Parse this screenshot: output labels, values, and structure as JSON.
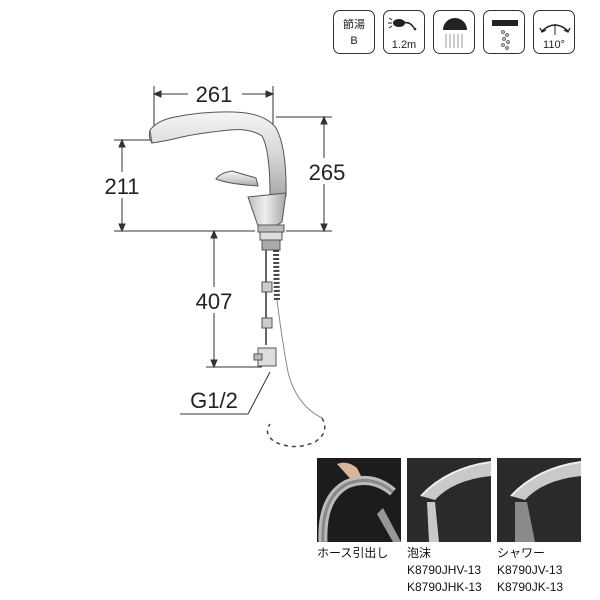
{
  "icons": [
    {
      "name": "water-saving-icon",
      "line1": "節湯",
      "line2": "B"
    },
    {
      "name": "hand-shower-icon",
      "label": "1.2m"
    },
    {
      "name": "shower-spray-icon"
    },
    {
      "name": "foam-spray-icon"
    },
    {
      "name": "swivel-icon",
      "label": "110°"
    }
  ],
  "dimensions": {
    "width": "261",
    "spout_height": "211",
    "total_height": "265",
    "hose_length": "407",
    "connection": "G1/2"
  },
  "variants": [
    {
      "caption": "ホース引出し"
    },
    {
      "caption": "泡沫",
      "codes": [
        "K8790JHV-13",
        "K8790JHK-13"
      ]
    },
    {
      "caption": "シャワー",
      "codes": [
        "K8790JV-13",
        "K8790JK-13"
      ]
    }
  ]
}
